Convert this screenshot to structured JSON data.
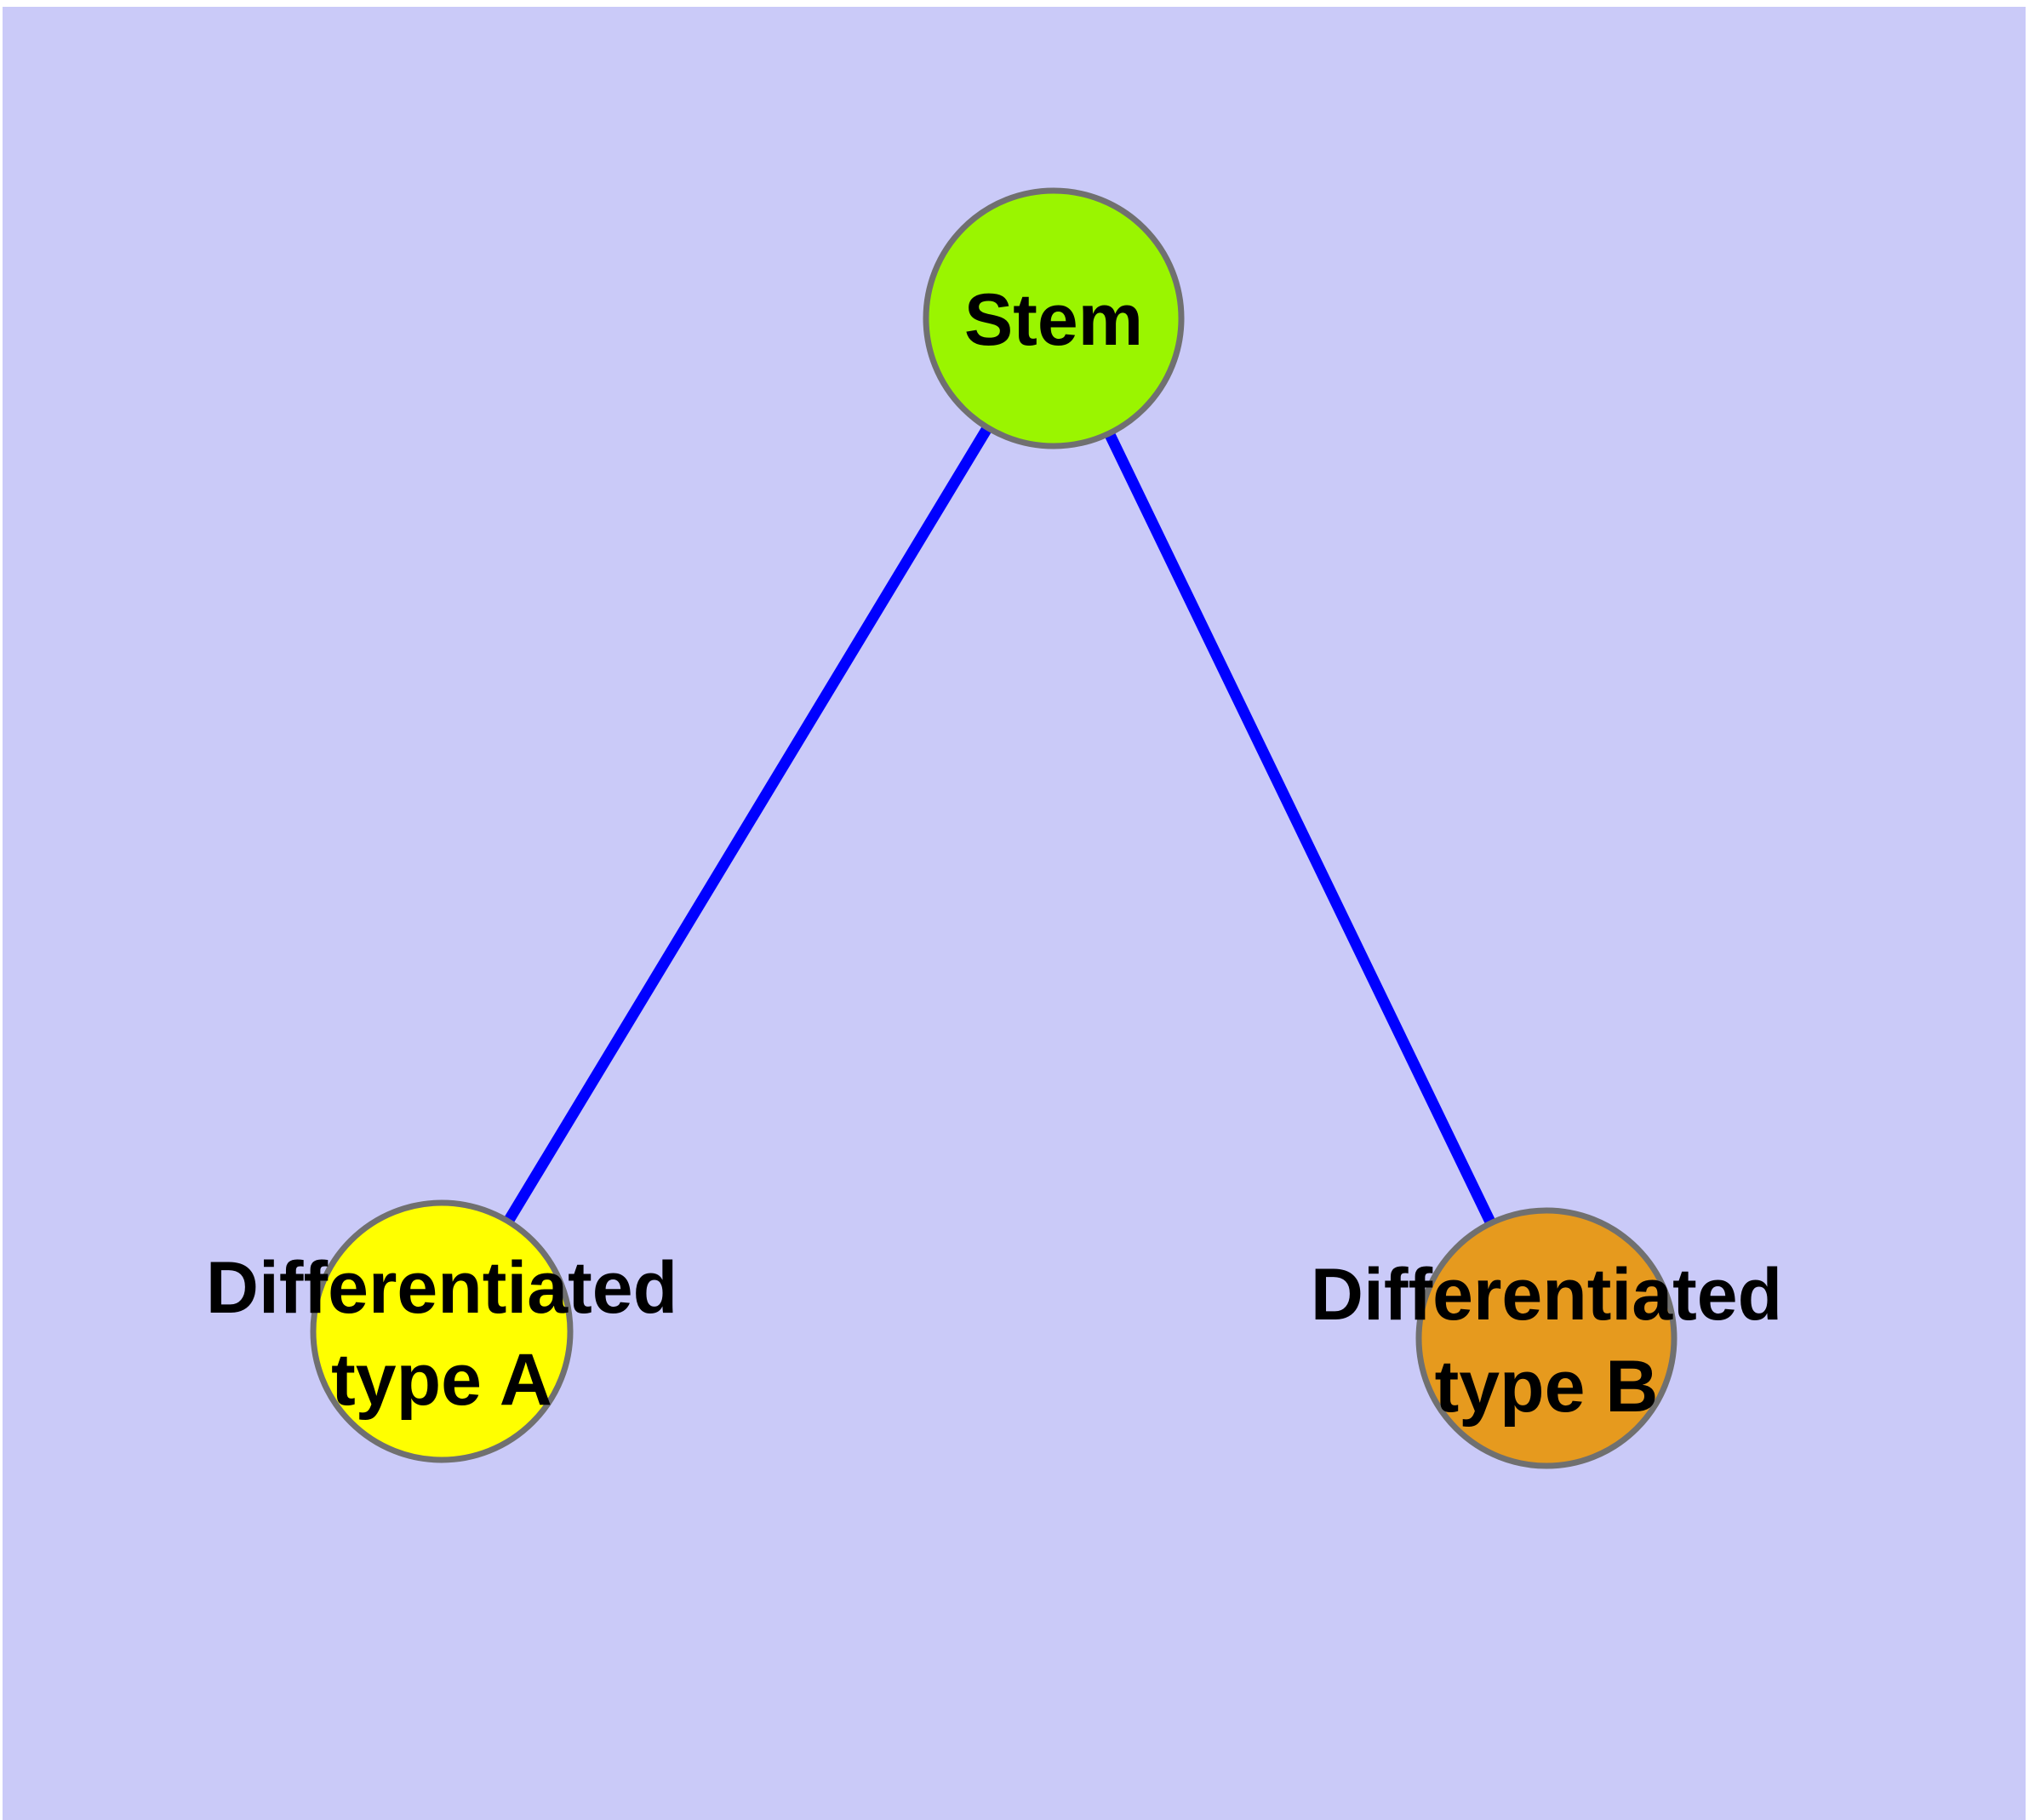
{
  "figure": {
    "type": "network-diagram",
    "background_color": "#CACAF8",
    "margin_color": "#FFFFFF",
    "edge_color": "#0000FF",
    "node_border_color": "#707070",
    "label_color": "#000000"
  },
  "nodes": {
    "stem": {
      "label": "Stem",
      "fill": "#9AF500"
    },
    "type_a": {
      "label_line1": "Differentiated",
      "label_line2": "type A",
      "fill": "#FFFF00"
    },
    "type_b": {
      "label_line1": "Differentiated",
      "label_line2": "type B",
      "fill": "#E69A1E"
    }
  },
  "edges": [
    {
      "from": "Stem",
      "to": "Differentiated type A"
    },
    {
      "from": "Stem",
      "to": "Differentiated type B"
    }
  ]
}
